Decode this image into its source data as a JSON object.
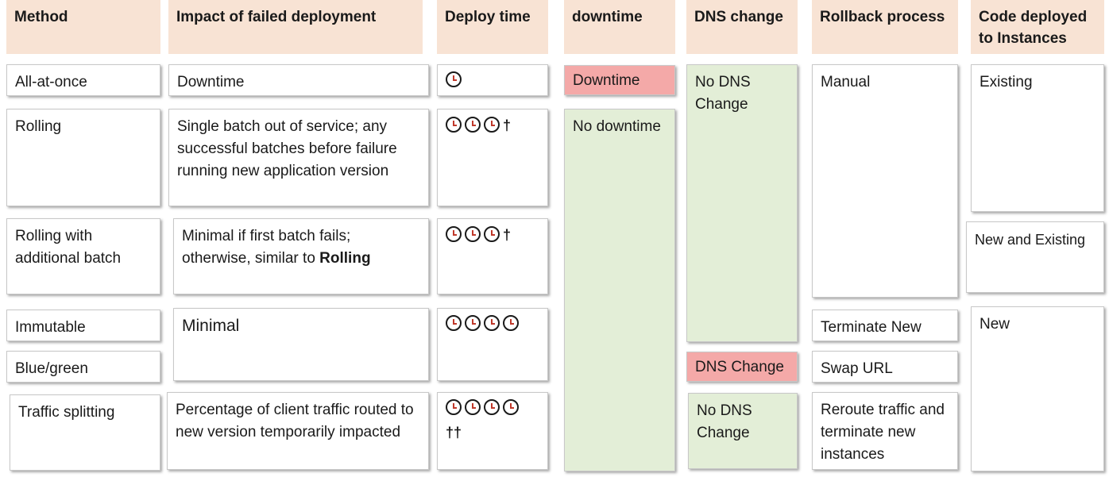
{
  "headers": {
    "method": "Method",
    "impact": "Impact of failed deployment",
    "deploy_time": "Deploy time",
    "downtime": "downtime",
    "dns_change": "DNS change",
    "rollback": "Rollback process",
    "code_deployed": "Code deployed to Instances"
  },
  "methods": {
    "all_at_once": "All-at-once",
    "rolling": "Rolling",
    "rolling_batch": "Rolling with additional batch",
    "immutable": "Immutable",
    "blue_green": "Blue/green",
    "traffic_splitting": "Traffic splitting"
  },
  "impact": {
    "all_at_once": "Downtime",
    "rolling": "Single batch out of service; any successful batches before failure running new application version",
    "rolling_batch_prefix": "Minimal if first batch fails; otherwise, similar to ",
    "rolling_batch_bold": "Rolling",
    "immutable_blue_green": "Minimal",
    "traffic_splitting": "Percentage of client traffic routed to new version temporarily impacted"
  },
  "deploy_time": {
    "all_at_once": {
      "clocks": 1,
      "marker": ""
    },
    "rolling": {
      "clocks": 3,
      "marker": "†"
    },
    "rolling_batch": {
      "clocks": 3,
      "marker": "†"
    },
    "immutable": {
      "clocks": 4,
      "marker": ""
    },
    "traffic_splitting": {
      "clocks": 4,
      "marker": "††"
    }
  },
  "downtime": {
    "all_at_once": "Downtime",
    "others": "No downtime"
  },
  "dns": {
    "no_change_top": "No DNS Change",
    "blue_green": "DNS Change",
    "no_change_bottom": "No DNS Change"
  },
  "rollback": {
    "manual": "Manual",
    "terminate_new": "Terminate New",
    "swap_url": "Swap URL",
    "reroute": "Reroute traffic and terminate new instances"
  },
  "code_deployed": {
    "existing": "Existing",
    "new_and_existing": "New and Existing",
    "new": "New"
  },
  "colors": {
    "header_bg": "#f8e3d4",
    "green": "#e3eed7",
    "red": "#f4a9a8"
  }
}
